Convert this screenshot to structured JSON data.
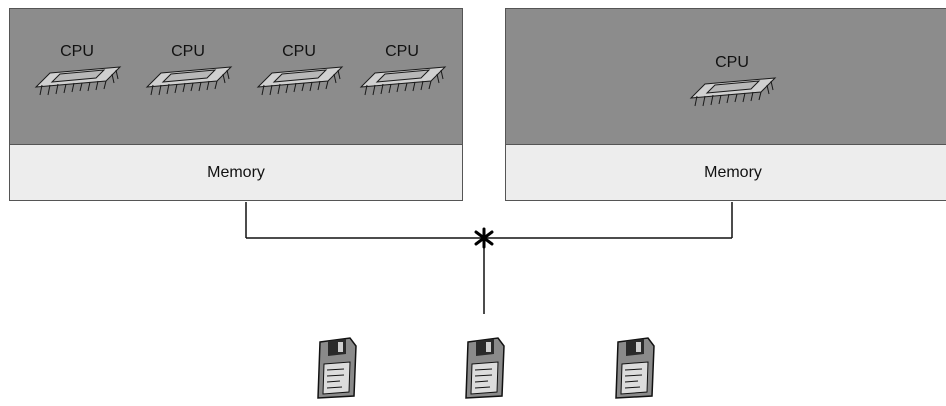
{
  "nodes": [
    {
      "cpus": [
        "CPU",
        "CPU",
        "CPU",
        "CPU"
      ],
      "memory_label": "Memory"
    },
    {
      "cpus": [
        "CPU"
      ],
      "memory_label": "Memory"
    }
  ],
  "icons": {
    "cpu": "cpu-chip-icon",
    "storage": "floppy-disk-icon"
  },
  "colors": {
    "cpu_area": "#8c8c8c",
    "memory_area": "#ededed",
    "line": "#111111"
  }
}
